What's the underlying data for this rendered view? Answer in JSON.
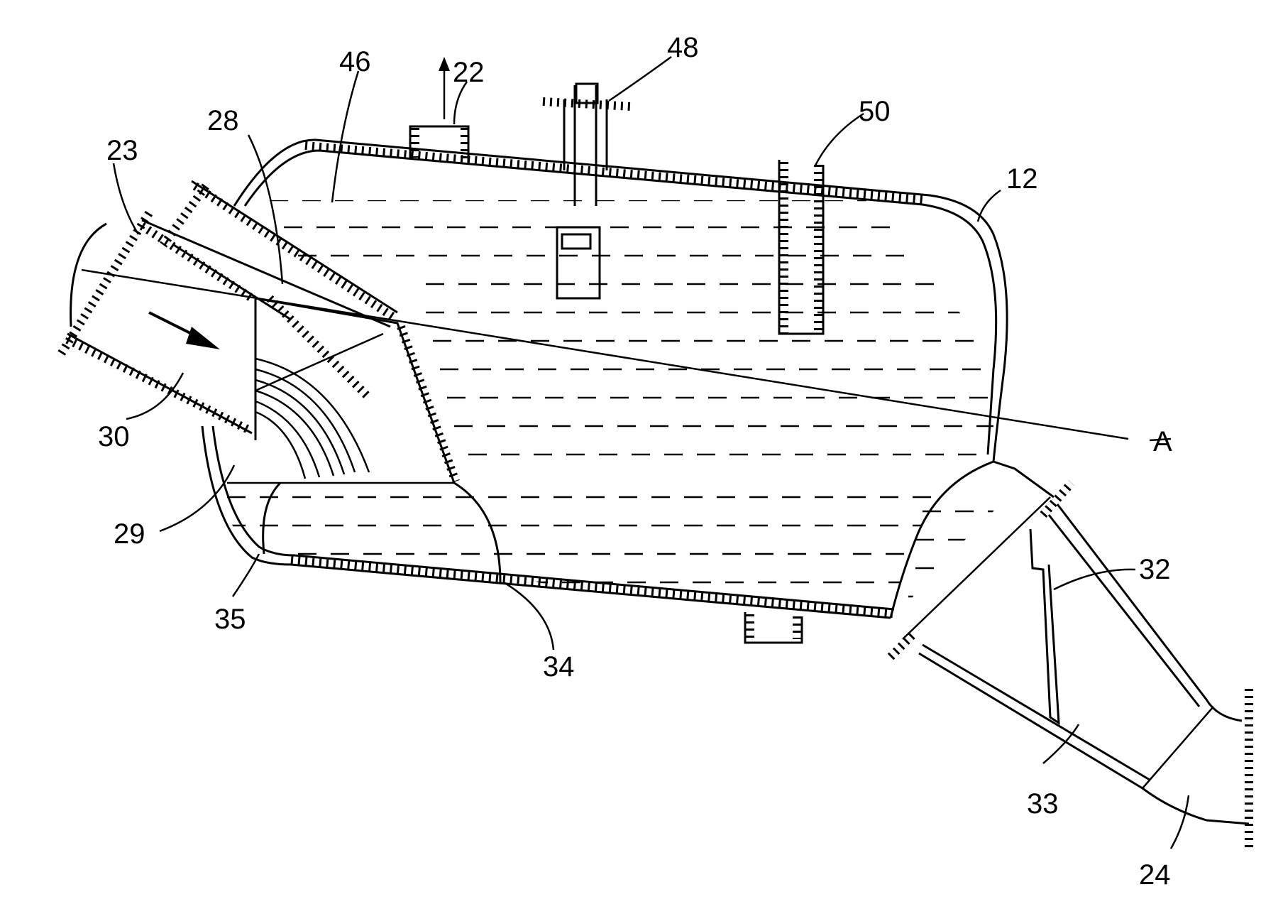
{
  "figure": {
    "labels": {
      "ref_12": "12",
      "ref_22": "22",
      "ref_23": "23",
      "ref_24": "24",
      "ref_28": "28",
      "ref_29": "29",
      "ref_30": "30",
      "ref_32": "32",
      "ref_33": "33",
      "ref_34": "34",
      "ref_35": "35",
      "ref_46": "46",
      "ref_48": "48",
      "ref_50": "50",
      "ref_A": "A"
    }
  }
}
